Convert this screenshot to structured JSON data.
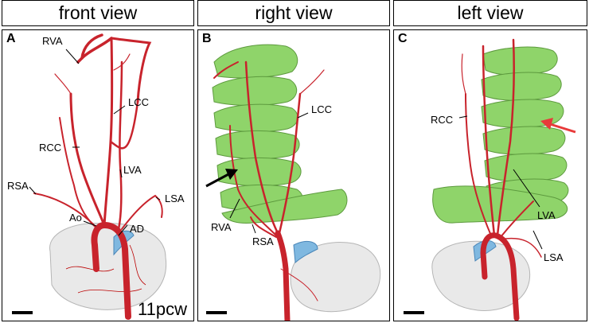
{
  "headers": [
    "front view",
    "right view",
    "left view"
  ],
  "panels": [
    {
      "letter": "A",
      "labels": [
        "RVA",
        "LCC",
        "RCC",
        "LVA",
        "RSA",
        "LSA",
        "Ao",
        "AD"
      ],
      "stamp": "11pcw"
    },
    {
      "letter": "B",
      "labels": [
        "LCC",
        "RVA",
        "RSA"
      ]
    },
    {
      "letter": "C",
      "labels": [
        "RCC",
        "LVA",
        "LSA"
      ]
    }
  ],
  "colors": {
    "artery": "#c8232c",
    "vertebra": "#8fd46a",
    "heart": "#e6e6e6",
    "duct": "#7fb8e0",
    "arrow_red": "#e83a3a"
  }
}
